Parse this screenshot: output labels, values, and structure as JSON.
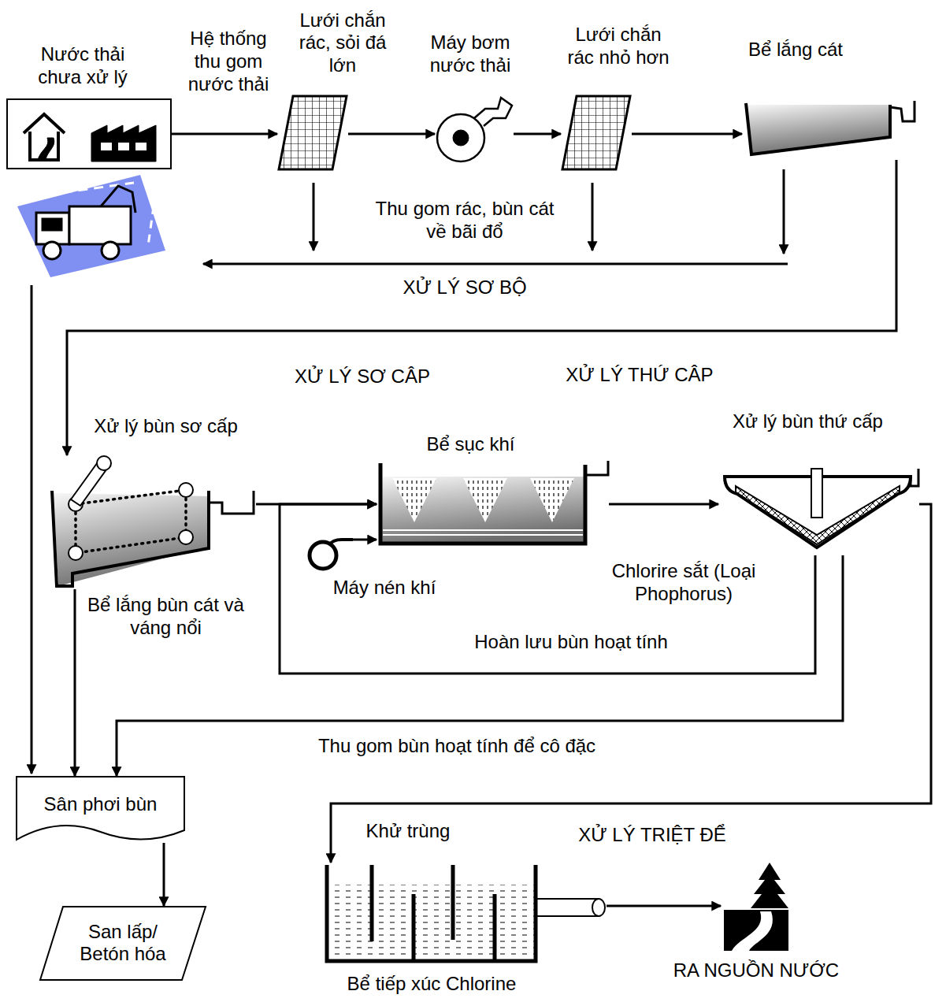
{
  "diagram": {
    "nodes": [
      {
        "text": [
          "Nước thải chưa xử lý"
        ]
      },
      {
        "text": [
          "Lưới chắn rác, sỏi đá lớn"
        ]
      },
      {
        "text": [
          "Máy bơm nước thải"
        ]
      },
      {
        "text": [
          "Lưới chắn rác nhỏ hơn"
        ]
      },
      {
        "text": [
          "Bể lắng cát"
        ]
      },
      {
        "text": [
          "Xử lý bùn sơ cấp",
          "Bể lắng bùn cát và váng nổi"
        ]
      },
      {
        "text": [
          "Bể sục khí"
        ]
      },
      {
        "text": [
          "Máy nén khí"
        ]
      },
      {
        "text": [
          "Xử lý bùn thứ cấp"
        ]
      },
      {
        "text": [
          "Sân phơi bùn"
        ]
      },
      {
        "text": [
          "San lấp/ Betón hóa"
        ]
      },
      {
        "text": [
          "Khử trùng",
          "Bể tiếp xúc Chlorine"
        ]
      },
      {
        "text": [
          "RA NGUỒN NƯỚC"
        ]
      }
    ],
    "edges": [
      {
        "from": 0,
        "to": 1,
        "arrow": "to",
        "label": "Hệ thống thu gom nước thải"
      },
      {
        "from": 1,
        "to": 2,
        "arrow": "to"
      },
      {
        "from": 2,
        "to": 3,
        "arrow": "to"
      },
      {
        "from": 3,
        "to": 4,
        "arrow": "to"
      },
      {
        "from": 4,
        "to": 5,
        "arrow": "to"
      },
      {
        "from": 5,
        "to": 6,
        "arrow": "to"
      },
      {
        "from": 7,
        "to": 6,
        "arrow": "to"
      },
      {
        "from": 6,
        "to": 8,
        "arrow": "to",
        "label": "Chlorire sắt (Loại Phophorus)"
      },
      {
        "from": 8,
        "to": 6,
        "arrow": "to",
        "label": "Hoàn lưu bùn hoạt tính"
      },
      {
        "from": 8,
        "to": 9,
        "arrow": "to",
        "label": "Thu gom bùn hoạt tính để cô đặc"
      },
      {
        "from": 5,
        "to": 9,
        "arrow": "to"
      },
      {
        "from": 8,
        "to": 11,
        "arrow": "to"
      },
      {
        "from": 9,
        "to": 10,
        "arrow": "to"
      },
      {
        "from": 11,
        "to": 12,
        "arrow": "to"
      }
    ],
    "labels": [
      "Thu gom rác, bùn cát về bãi đổ",
      "XỬ LÝ SƠ BỘ",
      "XỬ LÝ SƠ CÂP",
      "XỬ LÝ THỨ CÂP",
      "XỬ LÝ TRIỆT ĐỂ"
    ]
  }
}
